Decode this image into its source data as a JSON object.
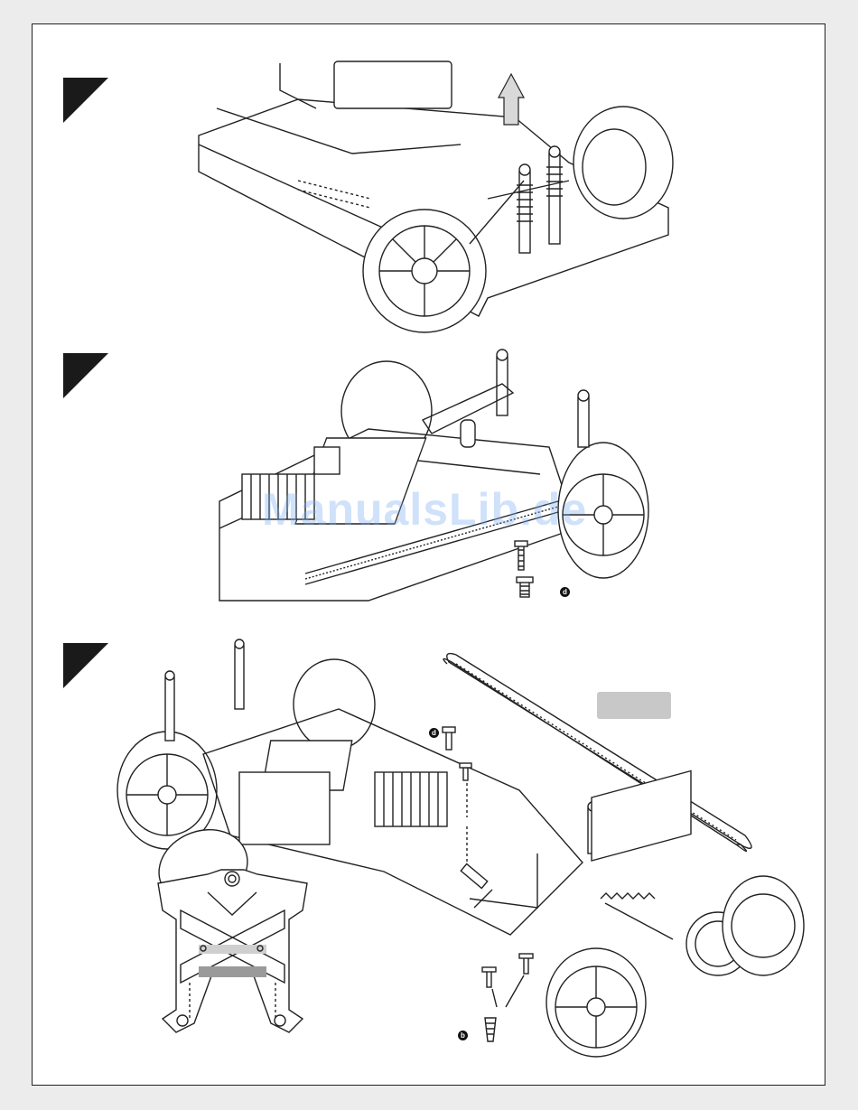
{
  "watermark": "ManualsLib.de",
  "callouts": {
    "step2_screw": "d",
    "step3_screw_top": "d",
    "step3_screw_bottom": "b"
  },
  "colors": {
    "line": "#222222",
    "marker": "#1a1a1a",
    "label_box": "#c8c8c8",
    "watermark": "#78aaf0"
  }
}
